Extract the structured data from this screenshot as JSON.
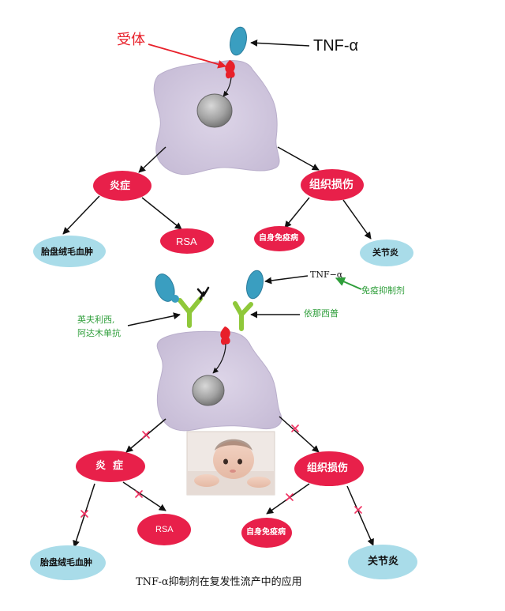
{
  "top": {
    "receptor_label": "受体",
    "tnf_label": "TNF-α",
    "inflammation": "炎症",
    "tissue_damage": "组织损伤",
    "tumor": "胎盘绒毛血肿",
    "rsa": "RSA",
    "autoimmune": "自身免疫病",
    "arthritis": "关节炎"
  },
  "bottom": {
    "tnf_label": "TNF−α",
    "immunosuppressant": "免疫抑制剂",
    "infliximab_line1": "英夫利西,",
    "infliximab_line2": "阿达木单抗",
    "etanercept": "依那西普",
    "inflammation": "炎  症",
    "tissue_damage": "组织损伤",
    "tumor": "胎盘绒毛血肿",
    "rsa": "RSA",
    "autoimmune": "自身免疫病",
    "arthritis": "关节炎"
  },
  "caption": "TNF-α抑制剂在复发性流产中的应用",
  "colors": {
    "cell": "#cfc6dc",
    "nucleus": "#9a9a9a",
    "red_node": "#e8204a",
    "blue_node": "#a9dce9",
    "tnf_blue": "#3a9ec0",
    "antibody_green": "#8fc83a",
    "receptor_red": "#e8202a",
    "label_green": "#2e9e3a",
    "block_mark": "#f03060"
  },
  "icons": {
    "baby": "baby-photo"
  }
}
